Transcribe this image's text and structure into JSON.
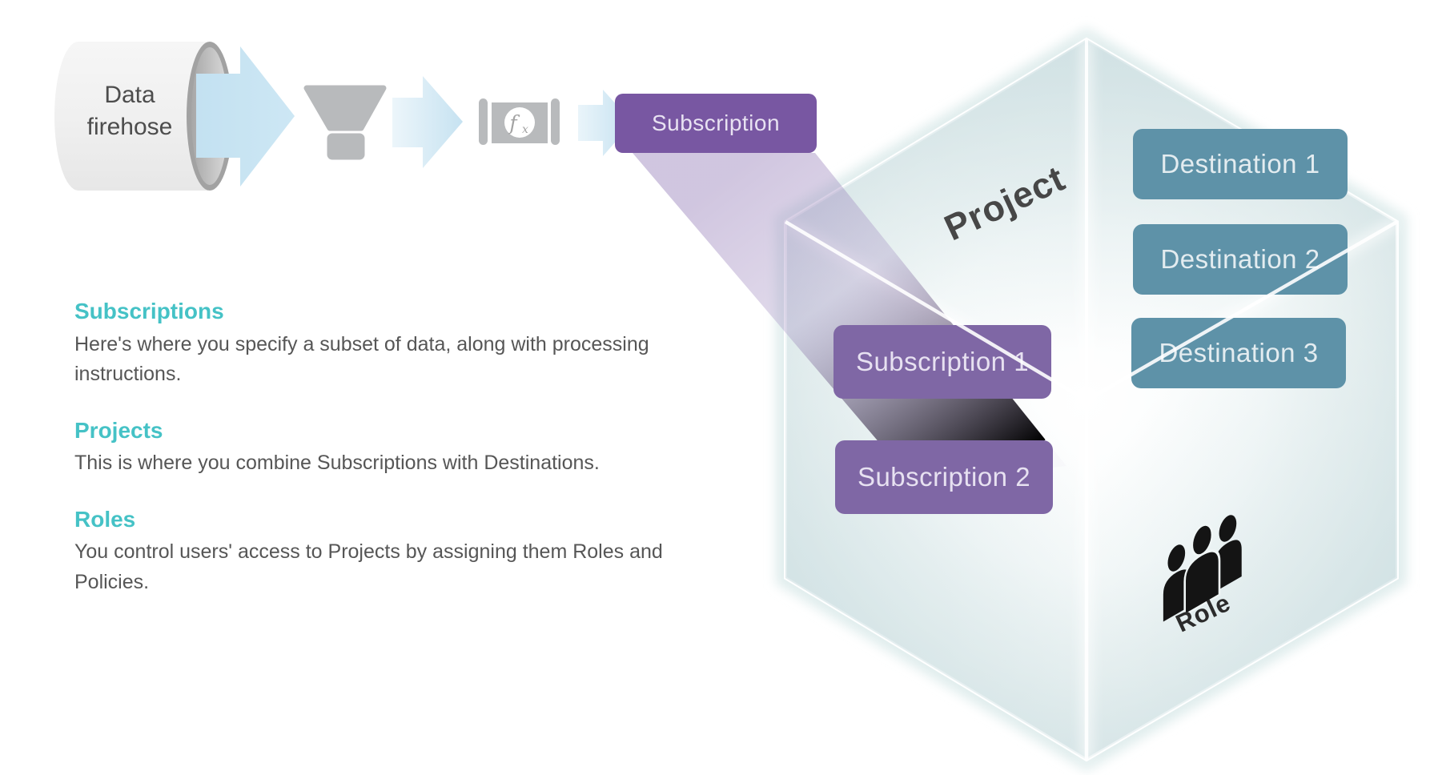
{
  "pipeline": {
    "source": {
      "line1": "Data",
      "line2": "firehose"
    },
    "fx_symbol_f": "f",
    "fx_symbol_x": "x",
    "subscription_label": "Subscription"
  },
  "info_sections": [
    {
      "heading": "Subscriptions",
      "body": "Here's where you specify a subset of data, along with processing instructions."
    },
    {
      "heading": "Projects",
      "body": "This is where you combine Subscriptions with Destinations."
    },
    {
      "heading": "Roles",
      "body": "You control users' access to Projects by assigning them Roles and Policies."
    }
  ],
  "cube": {
    "project_label": "Project",
    "role_label": "Role",
    "subscription_cards": [
      "Subscription 1",
      "Subscription 2"
    ],
    "destination_cards": [
      "Destination 1",
      "Destination 2",
      "Destination 3"
    ]
  },
  "colors": {
    "heading_teal": "#45c2c6",
    "body_text_gray": "#565656",
    "pipeline_purple": "#7857a2",
    "card_purple": "#7f67a5",
    "card_teal": "#5e92a8",
    "arrow_blue": "#c9e4f2",
    "icon_gray": "#b8babc",
    "beam_lavender": "#a58ac4",
    "cube_rim_teal": "#d8e5e7"
  }
}
